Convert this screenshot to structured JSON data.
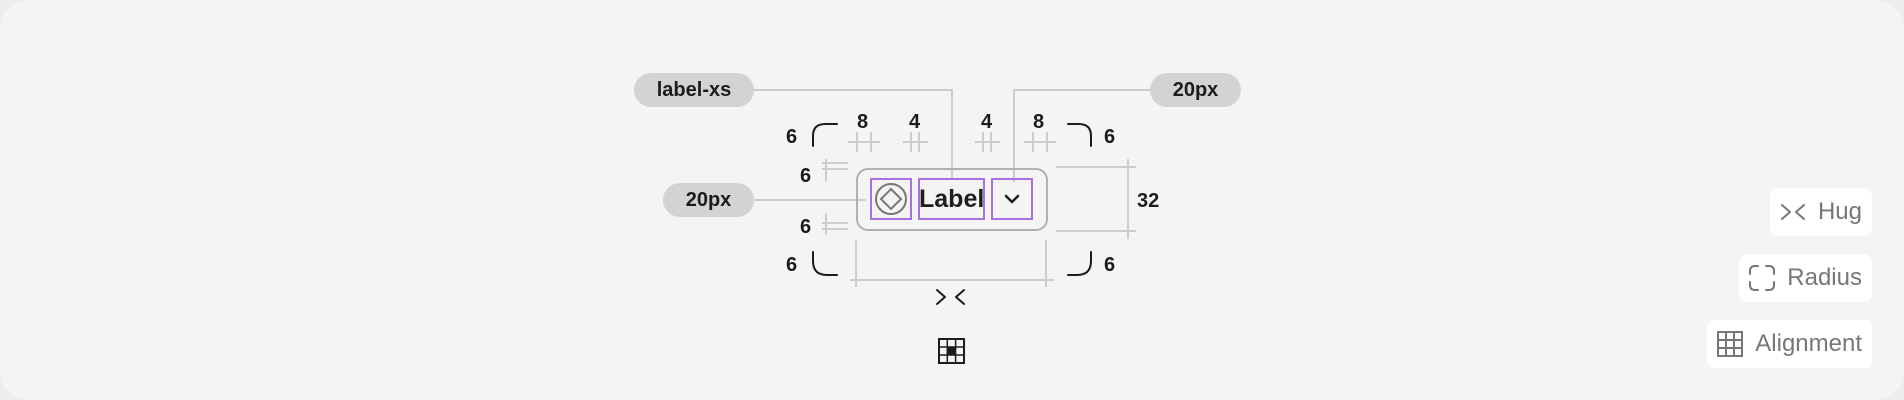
{
  "callouts": {
    "text_style": "label-xs",
    "trailing_icon_size": "20px",
    "leading_icon_size": "20px"
  },
  "button": {
    "label": "Label"
  },
  "measurements": {
    "radius_top_left": "6",
    "radius_top_right": "6",
    "radius_bottom_left": "6",
    "radius_bottom_right": "6",
    "padding_left": "8",
    "gap_left": "4",
    "gap_right": "4",
    "padding_right": "8",
    "padding_top": "6",
    "padding_bottom": "6",
    "height": "32"
  },
  "legend": {
    "hug_label": "Hug",
    "radius_label": "Radius",
    "alignment_label": "Alignment"
  },
  "colors": {
    "highlight": "#a970e0",
    "guide": "#cccccc",
    "button_border": "#b0b0b0"
  }
}
